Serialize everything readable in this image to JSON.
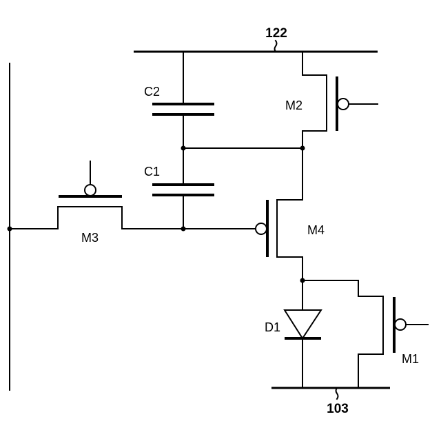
{
  "labels": {
    "top_bus": "122",
    "bottom_bus": "103",
    "capacitor_c2": "C2",
    "capacitor_c1": "C1",
    "transistor_m2": "M2",
    "transistor_m3": "M3",
    "transistor_m4": "M4",
    "diode_d1": "D1",
    "transistor_m1": "M1"
  }
}
